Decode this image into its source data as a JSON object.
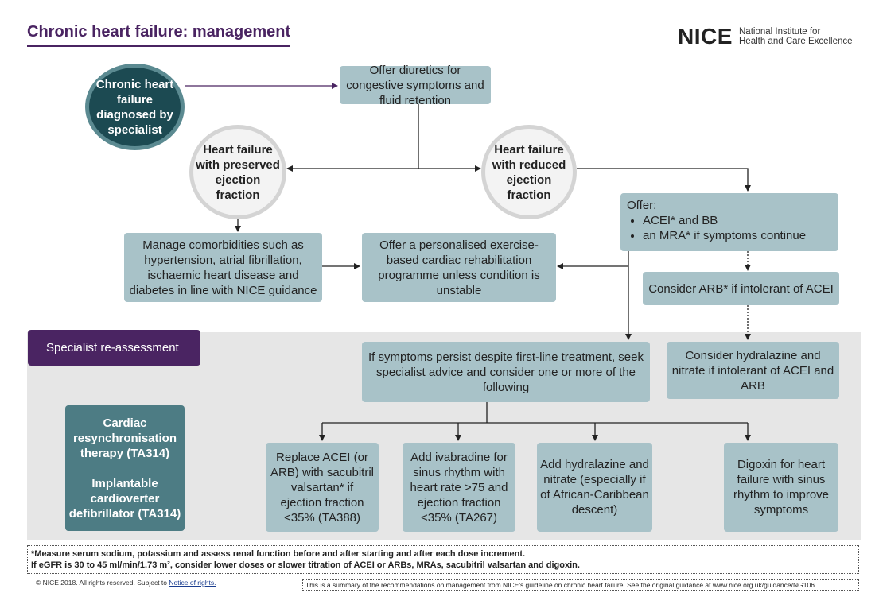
{
  "header": {
    "title": "Chronic heart failure: management",
    "logo_word": "NICE",
    "logo_sub_1": "National Institute for",
    "logo_sub_2": "Health and Care Excellence"
  },
  "nodes": {
    "start": "Chronic heart failure diagnosed by specialist",
    "diuretics": "Offer diuretics for congestive symptoms and fluid retention",
    "hfpef": "Heart failure with preserved ejection fraction",
    "hfref": "Heart failure with reduced ejection fraction",
    "offer_title": "Offer:",
    "offer_items": [
      "ACEI* and BB",
      "an MRA* if symptoms continue"
    ],
    "comorbid": "Manage comorbidities such as hypertension, atrial fibrillation, ischaemic heart disease and diabetes in line with NICE guidance",
    "rehab": "Offer a personalised exercise-based cardiac rehabilitation programme unless condition is unstable",
    "arb": "Consider ARB* if intolerant of ACEI",
    "hydralazine_arb": "Consider hydralazine and nitrate if intolerant of ACEI and ARB",
    "specialist_label": "Specialist re-assessment",
    "persist": "If symptoms persist despite first-line treatment, seek specialist advice and consider one or more of the following",
    "crt_1": "Cardiac resynchronisation therapy (TA314)",
    "crt_2": "Implantable cardioverter defibrillator (TA314)",
    "opt_sacubitril": "Replace ACEI (or ARB) with sacubitril valsartan* if ejection fraction <35% (TA388)",
    "opt_ivabradine": "Add ivabradine for sinus rhythm with heart rate >75 and ejection fraction <35% (TA267)",
    "opt_hydralazine": "Add hydralazine and nitrate (especially if of African-Caribbean descent)",
    "opt_digoxin": "Digoxin for heart failure with sinus rhythm to improve symptoms"
  },
  "footer": {
    "note_1": "*Measure serum sodium, potassium and assess renal function before and after starting and after each dose increment.",
    "note_2": "If eGFR is 30 to 45 ml/min/1.73 m², consider lower doses or slower titration of ACEI or ARBs, MRAs, sacubitril valsartan and digoxin.",
    "copyright": "© NICE 2018. All rights reserved. Subject to",
    "rights_link": "Notice of rights.",
    "summary": "This is a summary of the recommendations on management from NICE's guideline on chronic heart failure. See the original guidance at www.nice.org.uk/guidance/NG106"
  },
  "colors": {
    "purple": "#4a2462",
    "box": "#a8c2c8",
    "dark_teal": "#1c4a52",
    "crt_teal": "#4d7c84",
    "band": "#e6e6e6"
  }
}
